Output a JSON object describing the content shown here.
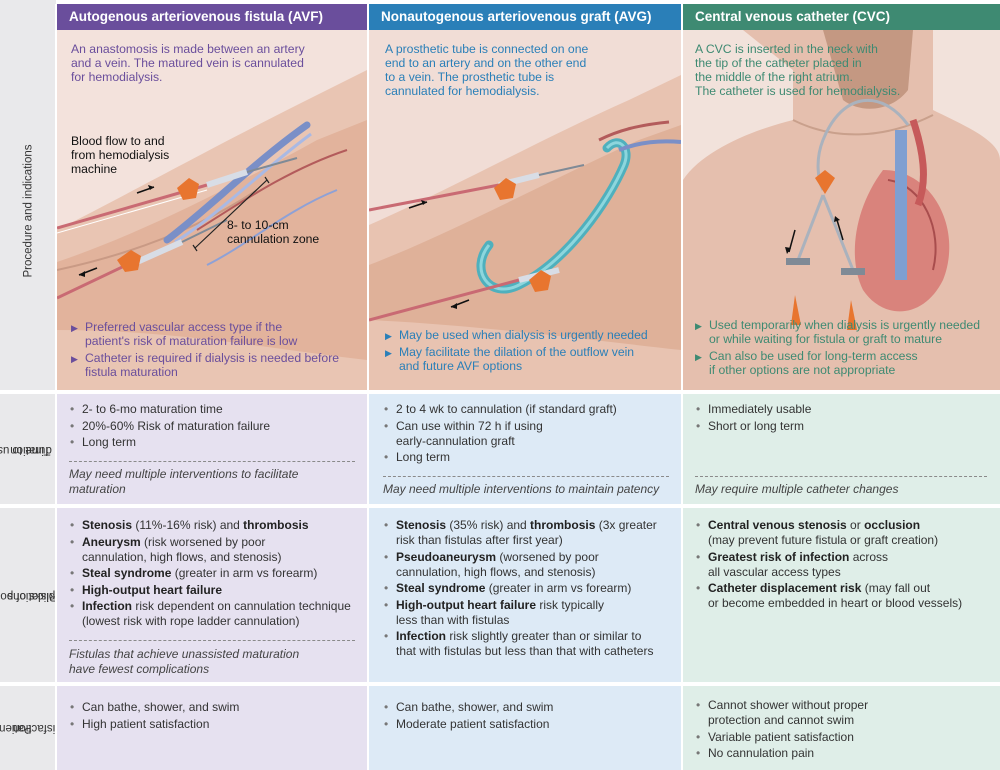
{
  "colors": {
    "avf": "#6a4e9c",
    "avg": "#2a7fb8",
    "cvc": "#3e8a72"
  },
  "headers": {
    "avf": "Autogenous arteriovenous fistula (AVF)",
    "avg": "Nonautogenous arteriovenous graft (AVG)",
    "cvc": "Central venous catheter (CVC)"
  },
  "row_labels": {
    "procedure": "Procedure and indications",
    "time": [
      "Time to usage",
      "and duration"
    ],
    "risks": [
      "Risks of possible",
      "complications"
    ],
    "satisfaction": [
      "Patient",
      "satisfaction"
    ]
  },
  "procedure": {
    "avf": {
      "desc": [
        "An anastomosis is made between an artery",
        "and a vein. The matured vein is cannulated",
        "for hemodialysis."
      ],
      "blood_flow": [
        "Blood flow to and",
        "from hemodialysis",
        "machine"
      ],
      "cannulation": [
        "8- to 10-cm",
        "cannulation zone"
      ],
      "bullets": [
        [
          "Preferred vascular access type if the",
          "patient's risk of maturation failure is low"
        ],
        [
          "Catheter is required if dialysis is needed before",
          "fistula maturation"
        ]
      ]
    },
    "avg": {
      "desc": [
        "A prosthetic tube is connected on one",
        "end to an artery and on the other end",
        "to a vein. The prosthetic tube is",
        "cannulated for hemodialysis."
      ],
      "bullets": [
        [
          "May be used when dialysis is urgently needed"
        ],
        [
          "May facilitate the dilation of the outflow vein",
          "and future AVF options"
        ]
      ]
    },
    "cvc": {
      "desc": [
        "A CVC is inserted in the neck with",
        "the tip of the catheter placed in",
        "the middle of the right atrium.",
        "The catheter is used for hemodialysis."
      ],
      "bullets": [
        [
          "Used temporarily when dialysis is urgently needed",
          "or while waiting for fistula or graft to mature"
        ],
        [
          "Can also be used for long-term access",
          "if other options are not appropriate"
        ]
      ]
    }
  },
  "time": {
    "avf": {
      "items": [
        "2- to 6-mo maturation time",
        "20%-60% Risk of maturation failure",
        "Long term"
      ],
      "note": [
        "May need multiple interventions to facilitate",
        "maturation"
      ]
    },
    "avg": {
      "items": [
        "2 to 4 wk to cannulation (if standard graft)",
        "Can use within 72 h if using",
        "early-cannulation graft",
        "Long term"
      ],
      "note": [
        "May need multiple interventions to maintain patency"
      ]
    },
    "cvc": {
      "items": [
        "Immediately usable",
        "Short or long term"
      ],
      "note": [
        "May require multiple catheter changes"
      ]
    }
  },
  "risks": {
    "avf": {
      "stenosis_b": "Stenosis",
      "stenosis_t": " (11%-16% risk) and ",
      "thrombosis_b": "thrombosis",
      "aneurysm_b": "Aneurysm",
      "aneurysm_t1": " (risk worsened by poor",
      "aneurysm_t2": "cannulation, high flows, and stenosis)",
      "steal_b": "Steal syndrome",
      "steal_t": " (greater in arm vs forearm)",
      "hohf_b": "High-output heart failure",
      "infection_b": "Infection",
      "infection_t1": " risk dependent on cannulation technique",
      "infection_t2": "(lowest risk with rope ladder cannulation)",
      "note": [
        "Fistulas that achieve unassisted maturation",
        "have fewest complications"
      ]
    },
    "avg": {
      "stenosis_b": "Stenosis",
      "stenosis_t": " (35% risk) and ",
      "thrombosis_b": "thrombosis",
      "thrombosis_t1": " (3x greater",
      "thrombosis_t2": "risk than fistulas after first year)",
      "pseudo_b": "Pseudoaneurysm",
      "pseudo_t1": " (worsened by poor",
      "pseudo_t2": "cannulation, high flows, and stenosis)",
      "steal_b": "Steal syndrome",
      "steal_t": " (greater in arm vs forearm)",
      "hohf_b": "High-output heart failure",
      "hohf_t1": " risk typically",
      "hohf_t2": "less than with fistulas",
      "infection_b": "Infection",
      "infection_t1": " risk slightly greater than or similar to",
      "infection_t2": "that with fistulas but less than that with catheters"
    },
    "cvc": {
      "cvs_b": "Central venous stenosis",
      "cvs_t": " or ",
      "occ_b": "occlusion",
      "cvs_t2": "(may prevent future fistula or graft creation)",
      "inf_b": "Greatest risk of infection",
      "inf_t1": " across",
      "inf_t2": "all vascular access types",
      "disp_b": "Catheter displacement risk",
      "disp_t1": " (may fall out",
      "disp_t2": "or become embedded in heart or blood vessels)"
    }
  },
  "satisfaction": {
    "avf": [
      "Can bathe, shower, and swim",
      "High patient satisfaction"
    ],
    "avg": [
      "Can bathe, shower, and swim",
      "Moderate patient satisfaction"
    ],
    "cvc": [
      [
        "Cannot shower without proper",
        "protection and cannot swim"
      ],
      [
        "Variable patient satisfaction"
      ],
      [
        "No cannulation pain"
      ]
    ]
  }
}
